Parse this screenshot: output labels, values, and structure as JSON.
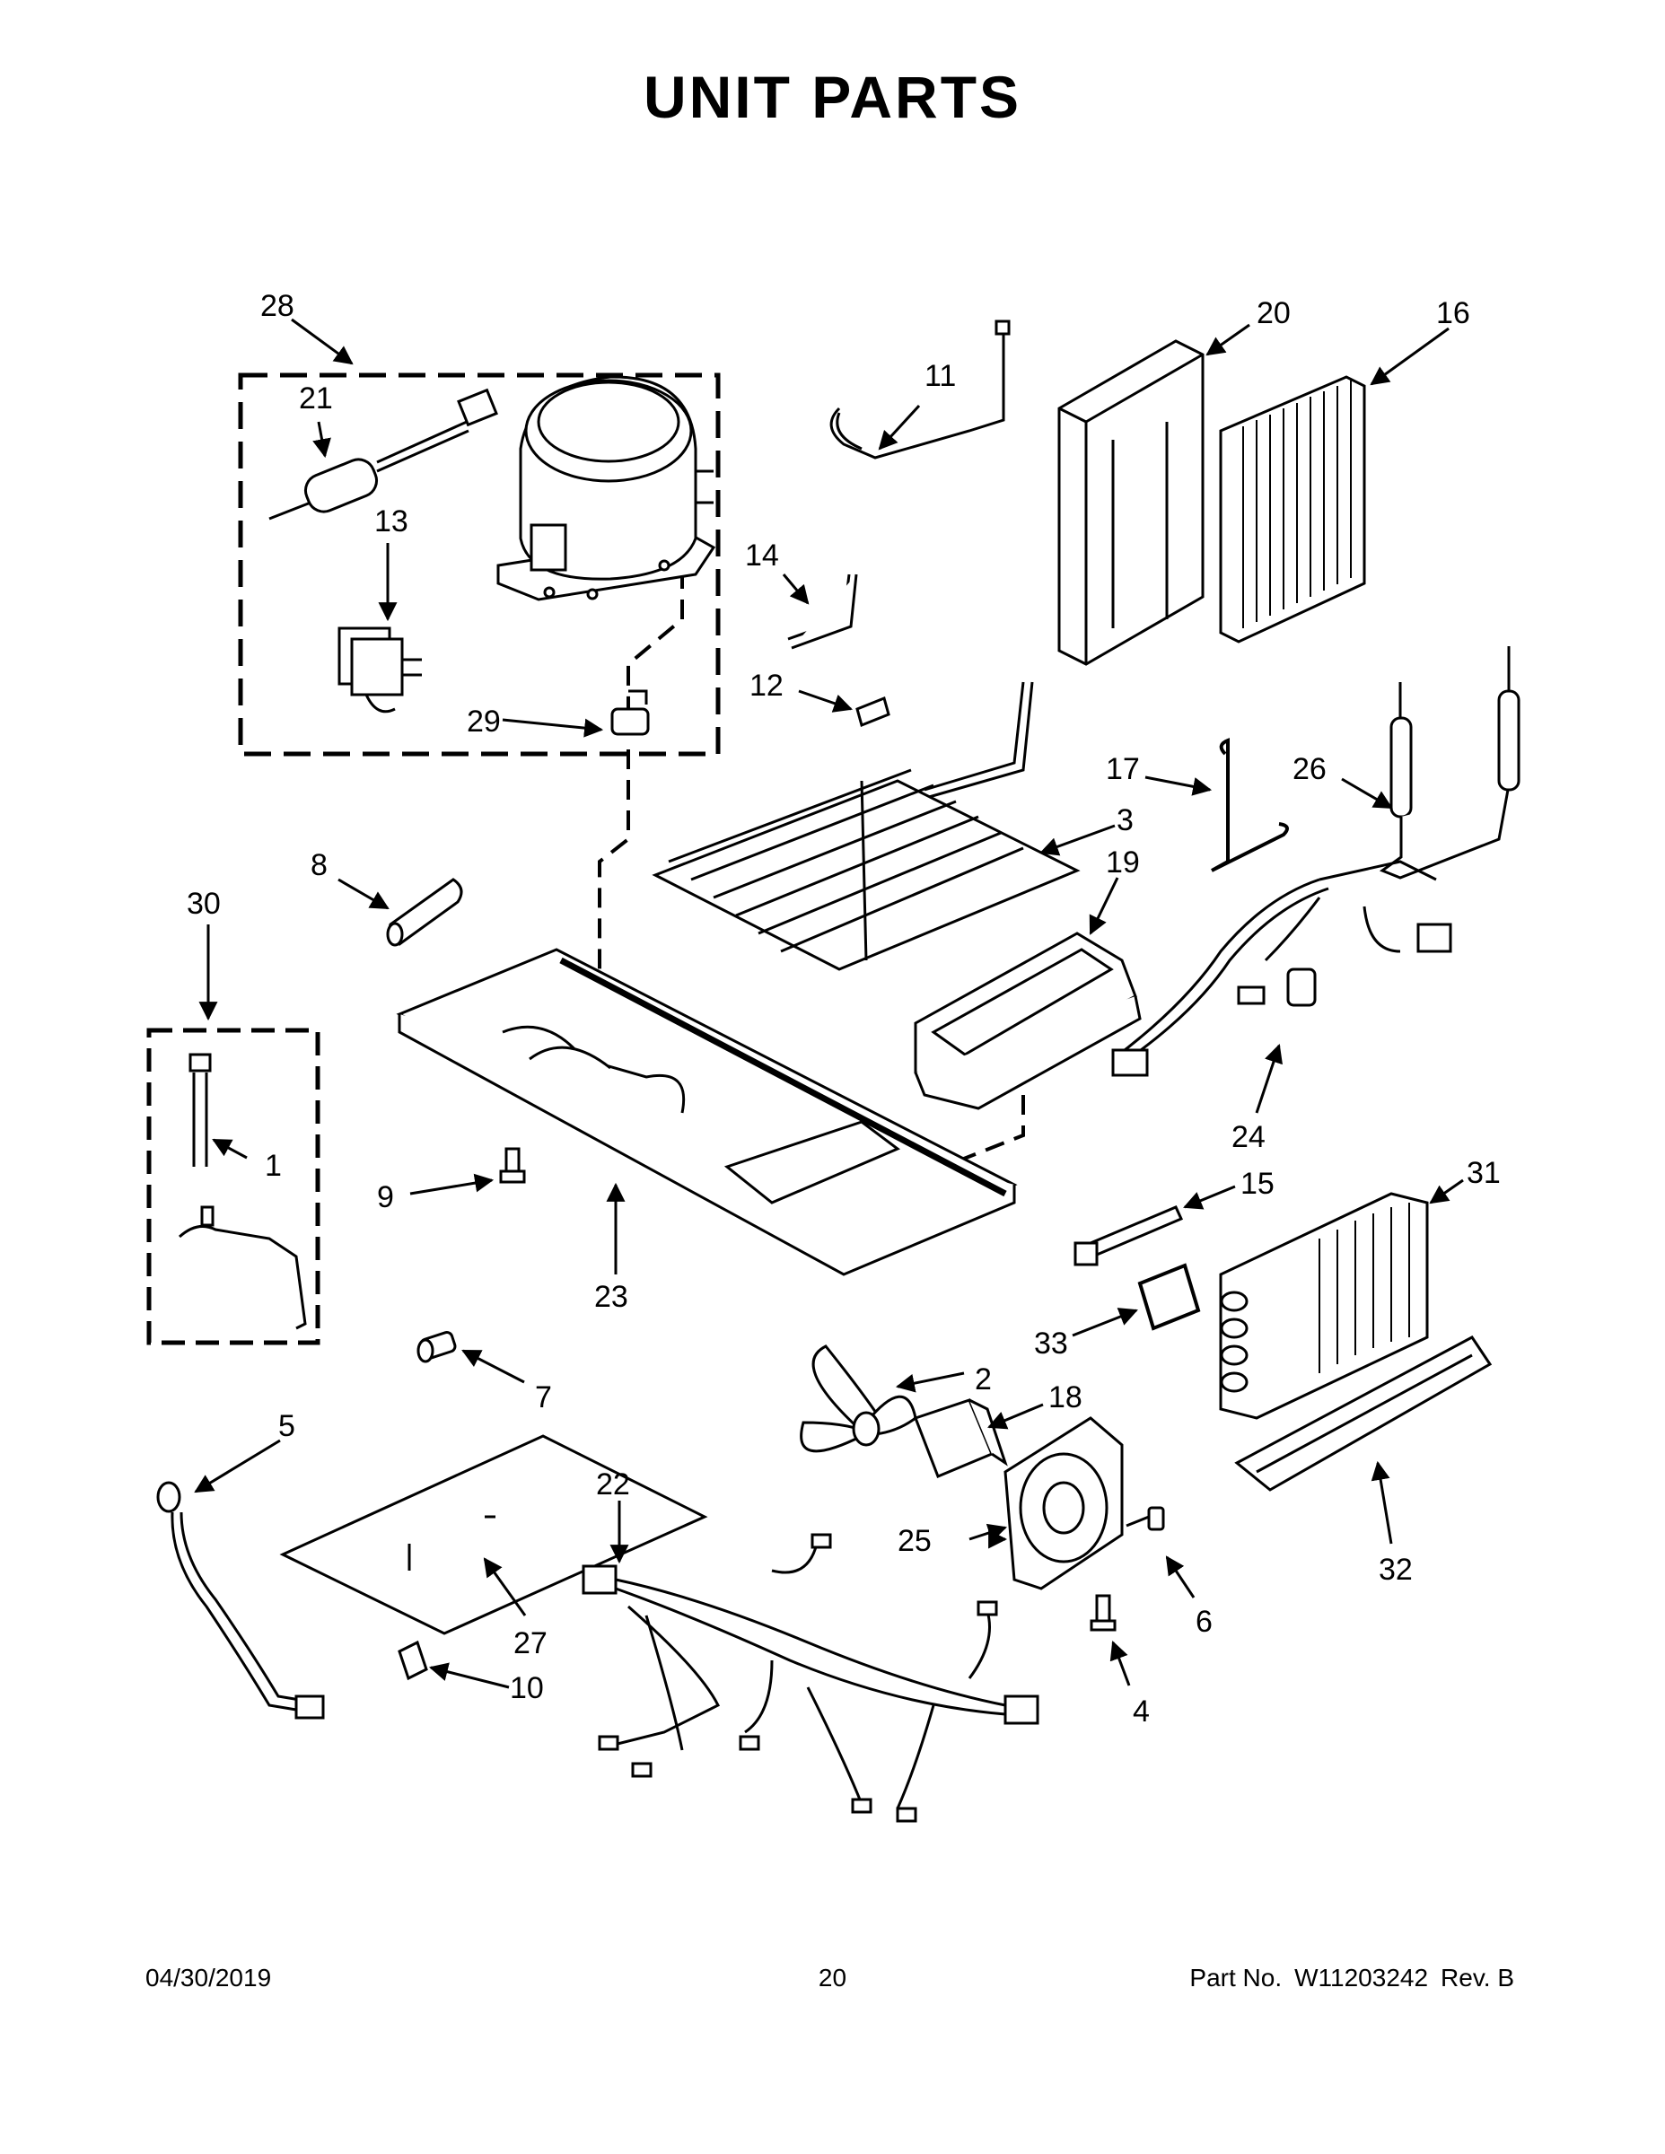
{
  "title": "UNIT PARTS",
  "callouts": {
    "c1": "1",
    "c2": "2",
    "c3": "3",
    "c4": "4",
    "c5": "5",
    "c6": "6",
    "c7": "7",
    "c8": "8",
    "c9": "9",
    "c10": "10",
    "c11": "11",
    "c12": "12",
    "c13": "13",
    "c14": "14",
    "c15": "15",
    "c16": "16",
    "c17": "17",
    "c18": "18",
    "c19": "19",
    "c20": "20",
    "c21": "21",
    "c22": "22",
    "c23": "23",
    "c24": "24",
    "c25": "25",
    "c26": "26",
    "c27": "27",
    "c28": "28",
    "c29": "29",
    "c30": "30",
    "c31": "31",
    "c32": "32",
    "c33": "33"
  },
  "footer": {
    "date": "04/30/2019",
    "page_number": "20",
    "part_no_label": "Part No.",
    "part_no": "W11203242",
    "revision": "Rev. B"
  }
}
